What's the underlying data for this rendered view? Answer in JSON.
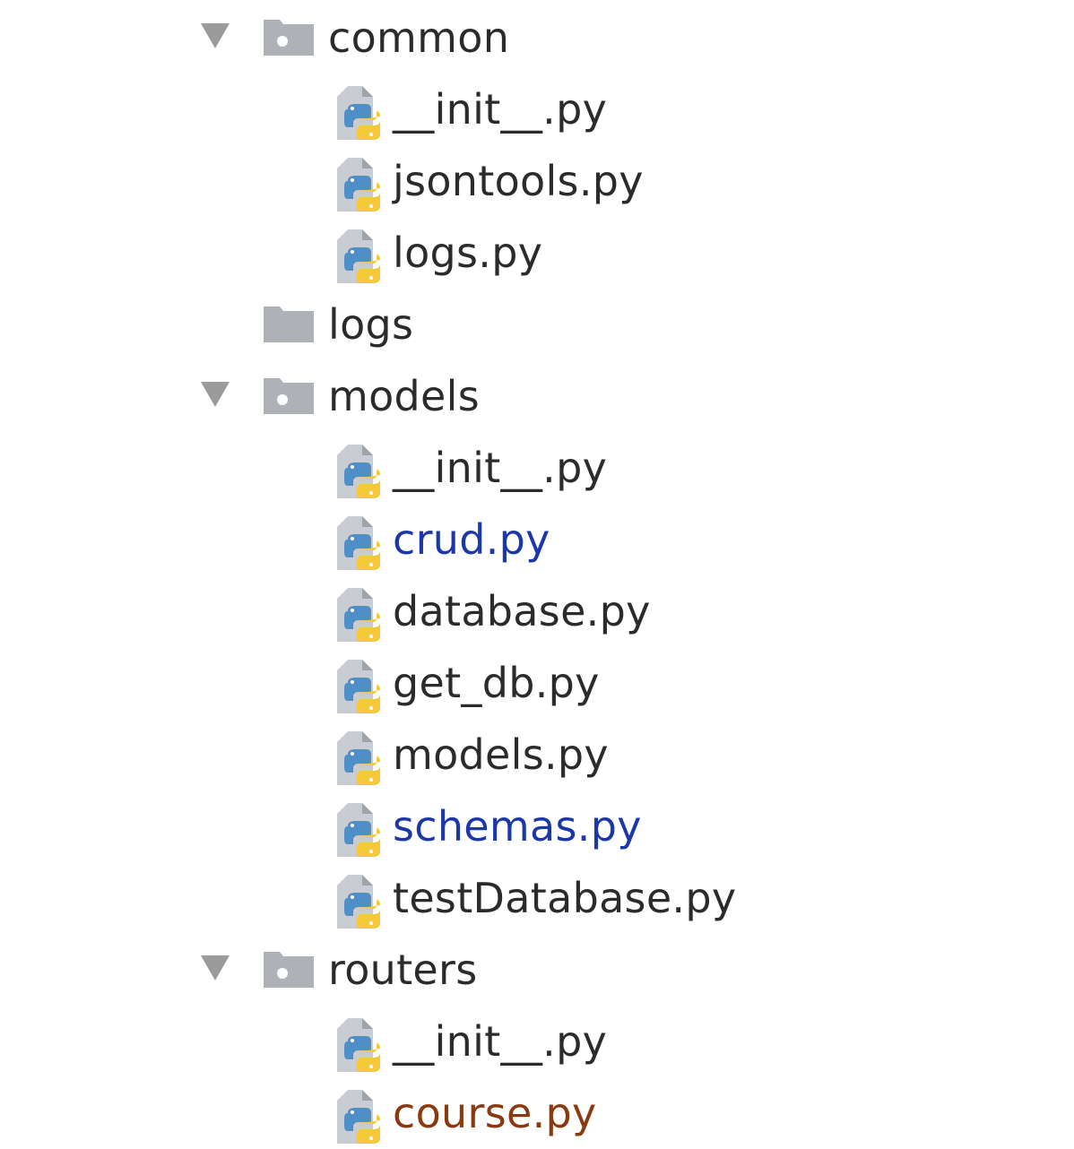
{
  "colors": {
    "text_default": "#2b2b2b",
    "text_modified": "#1c37a8",
    "text_unversioned": "#8a3a10",
    "folder_gray": "#aeb2b6",
    "arrow_gray": "#9a9a9a",
    "python_blue": "#4f8ec6",
    "python_yellow": "#f5c93a"
  },
  "tree": {
    "rows": [
      {
        "type": "folder",
        "label": "common",
        "expanded": true,
        "package": true,
        "status": "default"
      },
      {
        "type": "file",
        "label": "__init__.py",
        "status": "default"
      },
      {
        "type": "file",
        "label": "jsontools.py",
        "status": "default"
      },
      {
        "type": "file",
        "label": "logs.py",
        "status": "default"
      },
      {
        "type": "folder",
        "label": "logs",
        "expanded": false,
        "package": false,
        "status": "default"
      },
      {
        "type": "folder",
        "label": "models",
        "expanded": true,
        "package": true,
        "status": "default"
      },
      {
        "type": "file",
        "label": "__init__.py",
        "status": "default"
      },
      {
        "type": "file",
        "label": "crud.py",
        "status": "modified"
      },
      {
        "type": "file",
        "label": "database.py",
        "status": "default"
      },
      {
        "type": "file",
        "label": "get_db.py",
        "status": "default"
      },
      {
        "type": "file",
        "label": "models.py",
        "status": "default"
      },
      {
        "type": "file",
        "label": "schemas.py",
        "status": "modified"
      },
      {
        "type": "file",
        "label": "testDatabase.py",
        "status": "default"
      },
      {
        "type": "folder",
        "label": "routers",
        "expanded": true,
        "package": true,
        "status": "default"
      },
      {
        "type": "file",
        "label": "__init__.py",
        "status": "default"
      },
      {
        "type": "file",
        "label": "course.py",
        "status": "unversioned"
      }
    ]
  }
}
